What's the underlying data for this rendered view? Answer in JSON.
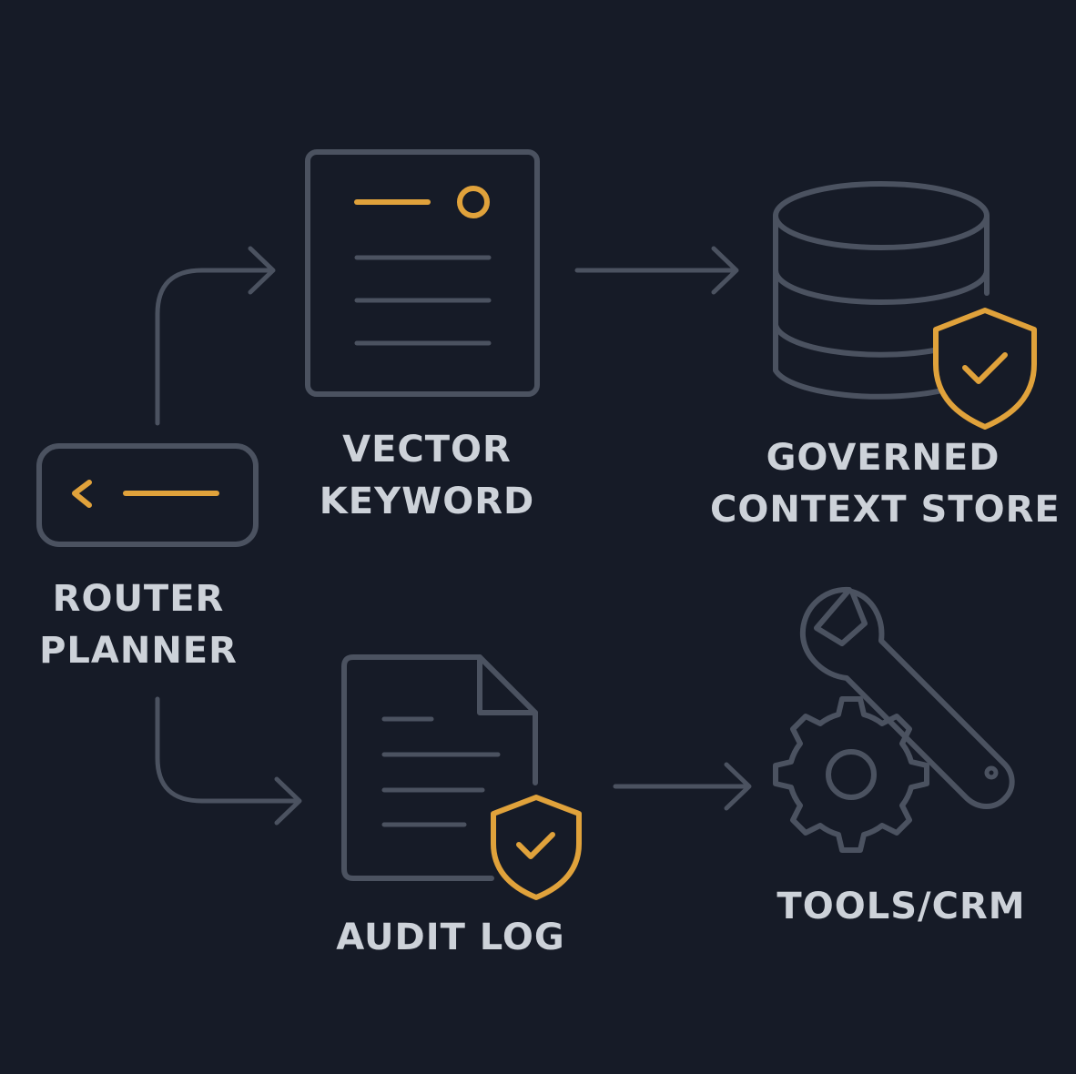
{
  "colors": {
    "background": "#161b27",
    "outline": "#4b5260",
    "accent": "#e0a23b",
    "label_text": "#cdd2d9"
  },
  "nodes": {
    "router_planner": {
      "icon": "router-bar-icon",
      "label_lines": [
        "ROUTER",
        "PLANNER"
      ]
    },
    "vector_keyword": {
      "icon": "document-icon",
      "label_lines": [
        "VECTOR",
        "KEYWORD"
      ]
    },
    "governed_context_store": {
      "icon": "database-shield-icon",
      "label_lines": [
        "GOVERNED",
        "CONTEXT STORE"
      ]
    },
    "audit_log": {
      "icon": "file-shield-icon",
      "label_lines": [
        "AUDIT LOG"
      ]
    },
    "tools_crm": {
      "icon": "wrench-gear-icon",
      "label_lines": [
        "TOOLS/CRM"
      ]
    }
  },
  "edges": [
    {
      "from": "ROUTER PLANNER",
      "to": "VECTOR KEYWORD"
    },
    {
      "from": "VECTOR KEYWORD",
      "to": "GOVERNED CONTEXT STORE"
    },
    {
      "from": "ROUTER PLANNER",
      "to": "AUDIT LOG"
    },
    {
      "from": "AUDIT LOG",
      "to": "TOOLS/CRM"
    }
  ]
}
